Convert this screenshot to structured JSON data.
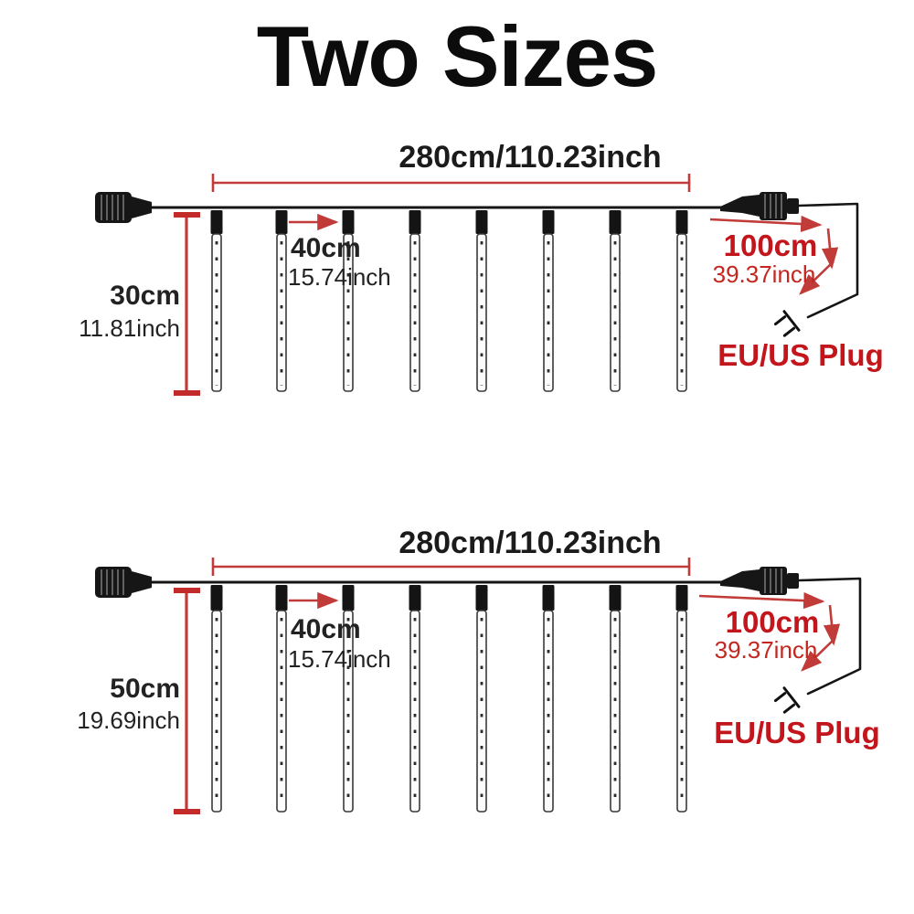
{
  "title": "Two Sizes",
  "colors": {
    "accent_red_lines": "#c13b38",
    "accent_red_text": "#c3151c",
    "dark_text": "#1b1b1b",
    "wire_black": "#151515",
    "tube_fill": "#fcfcfc",
    "background": "#ffffff"
  },
  "diagrams": [
    {
      "name": "size-30cm",
      "total_width": "280cm/110.23inch",
      "tube_length": "30cm",
      "tube_length_inch": "11.81inch",
      "tube_spacing": "40cm",
      "tube_spacing_inch": "15.74inch",
      "lead_length": "100cm",
      "lead_length_inch": "39.37inch",
      "plug": "EU/US Plug",
      "tube_count": 8
    },
    {
      "name": "size-50cm",
      "total_width": "280cm/110.23inch",
      "tube_length": "50cm",
      "tube_length_inch": "19.69inch",
      "tube_spacing": "40cm",
      "tube_spacing_inch": "15.74inch",
      "lead_length": "100cm",
      "lead_length_inch": "39.37inch",
      "plug": "EU/US Plug",
      "tube_count": 8
    }
  ]
}
